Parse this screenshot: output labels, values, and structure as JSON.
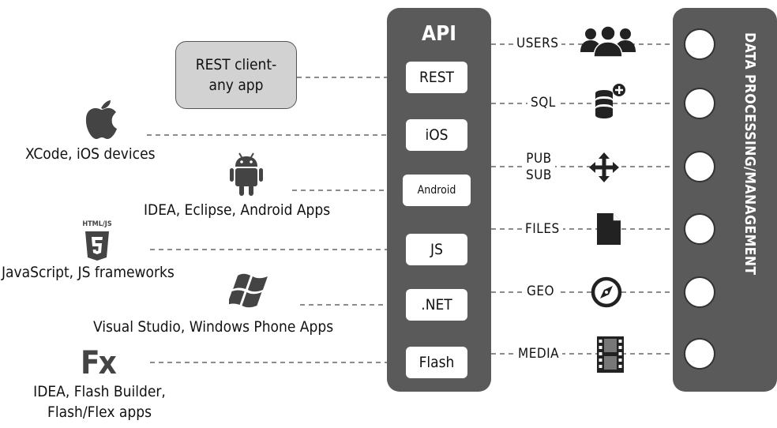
{
  "api": {
    "title": "API",
    "buttons": [
      "REST",
      "iOS",
      "Android",
      "JS",
      ".NET",
      "Flash"
    ]
  },
  "clients": {
    "rest_box": "REST client-\nany app",
    "ios": "XCode, iOS devices",
    "android": "IDEA, Eclipse, Android Apps",
    "html5_badge": "HTML/JS",
    "js": "JavaScript, JS frameworks",
    "dotnet": "Visual Studio, Windows Phone Apps",
    "flash_logo": "Fx",
    "flash": "IDEA, Flash Builder,\nFlash/Flex apps"
  },
  "services": [
    "USERS",
    "SQL",
    "PUB\nSUB",
    "FILES",
    "GEO",
    "MEDIA"
  ],
  "data_processing": {
    "title": "DATA PROCESSING/MANAGEMENT"
  },
  "icons": [
    "apple-icon",
    "android-icon",
    "html5-icon",
    "windows-icon",
    "flex-icon",
    "users-icon",
    "database-plus-icon",
    "move-arrows-icon",
    "file-icon",
    "compass-icon",
    "film-icon"
  ],
  "colors": {
    "panel": "#5a5a5a",
    "client_box": "#d2d2d2",
    "text": "#111111"
  }
}
